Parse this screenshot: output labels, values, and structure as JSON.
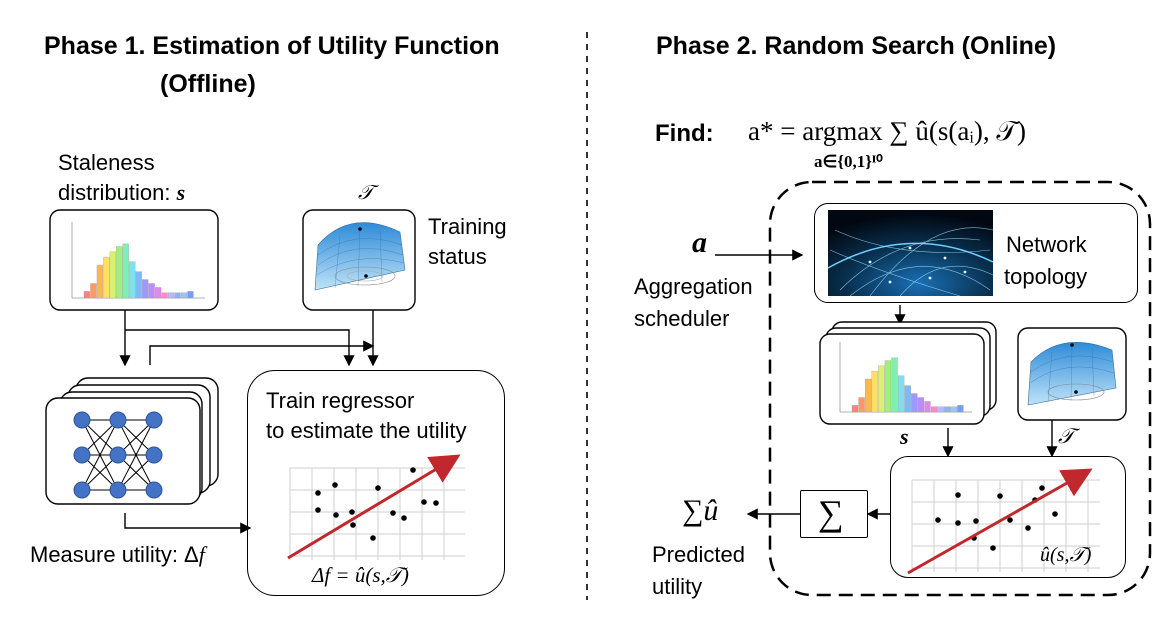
{
  "phase1": {
    "title_line1": "Phase 1. Estimation of Utility Function",
    "title_line2": "(Offline)",
    "staleness_line1": "Staleness",
    "staleness_line2": "distribution: ",
    "staleness_symbol": "s",
    "tau_symbol": "𝒯",
    "training_line1": "Training",
    "training_line2": "status",
    "regressor_line1": "Train regressor",
    "regressor_line2": "to estimate the utility",
    "measure_label": "Measure utility: Δ",
    "measure_symbol": "f",
    "formula": "Δf = û(s,𝒯)"
  },
  "phase2": {
    "title": "Phase 2. Random Search (Online)",
    "find_label": "Find:",
    "find_formula": "a* = argmax ∑ û(s(aᵢ), 𝒯)",
    "find_subscript": "a∈{0,1}ᴵ⁰",
    "a_symbol": "a",
    "aggregation_line1": "Aggregation",
    "aggregation_line2": "scheduler",
    "network_line1": "Network",
    "network_line2": "topology",
    "s_symbol": "s",
    "tau_symbol": "𝒯",
    "sum_symbol": "∑",
    "sum_uhat": "∑û",
    "predicted_line1": "Predicted",
    "predicted_line2": "utility",
    "uhat_label": "û(s,𝒯)"
  },
  "colors": {
    "arrow": "#000000",
    "regression_line": "#c0282d",
    "neuron": "#4472c4",
    "surface": "#5aa7e0"
  }
}
